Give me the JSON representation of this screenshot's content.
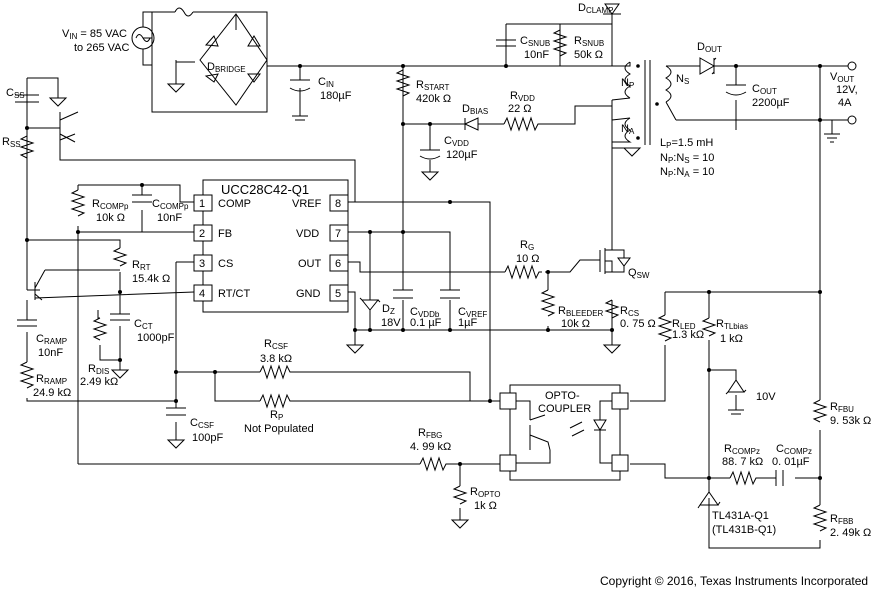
{
  "ic": {
    "name": "UCC28C42-Q1",
    "pins": [
      {
        "num": "1",
        "label": "COMP"
      },
      {
        "num": "2",
        "label": "FB"
      },
      {
        "num": "3",
        "label": "CS"
      },
      {
        "num": "4",
        "label": "RT/CT"
      },
      {
        "num": "8",
        "label": "VREF"
      },
      {
        "num": "7",
        "label": "VDD"
      },
      {
        "num": "6",
        "label": "OUT"
      },
      {
        "num": "5",
        "label": "GND"
      }
    ]
  },
  "input": {
    "line1": "V",
    "sub": "IN",
    "line1b": " = 85 VAC",
    "line2": "to 265 VAC"
  },
  "output": {
    "name": "V",
    "sub": "OUT",
    "line2": "12V,",
    "line3": "4A"
  },
  "transformer": {
    "lp": "L = 1.5 mH",
    "lp_sub": "P",
    "np_ns": "N :N = 10",
    "np_na": "N :N = 10"
  },
  "opto": {
    "line1": "OPTO-",
    "line2": "COUPLER"
  },
  "parts": [
    {
      "id": "dbridge",
      "name": "D",
      "sub": "BRIDGE",
      "value": ""
    },
    {
      "id": "cin",
      "name": "C",
      "sub": "IN",
      "value": "180µF"
    },
    {
      "id": "cnsub",
      "name": "C",
      "sub": "SNUB",
      "value": "10nF"
    },
    {
      "id": "rsnub",
      "name": "R",
      "sub": "SNUB",
      "value": "50k Ω"
    },
    {
      "id": "dclamp",
      "name": "D",
      "sub": "CLAMP",
      "value": ""
    },
    {
      "id": "dout",
      "name": "D",
      "sub": "OUT",
      "value": ""
    },
    {
      "id": "cout",
      "name": "C",
      "sub": "OUT",
      "value": "2200µF"
    },
    {
      "id": "np",
      "name": "N",
      "sub": "P",
      "value": ""
    },
    {
      "id": "ns",
      "name": "N",
      "sub": "S",
      "value": ""
    },
    {
      "id": "na",
      "name": "N",
      "sub": "A",
      "value": ""
    },
    {
      "id": "rstart",
      "name": "R",
      "sub": "START",
      "value": "420k Ω"
    },
    {
      "id": "dbias",
      "name": "D",
      "sub": "BIAS",
      "value": ""
    },
    {
      "id": "rvdd",
      "name": "R",
      "sub": "VDD",
      "value": "22 Ω"
    },
    {
      "id": "cvdd",
      "name": "C",
      "sub": "VDD",
      "value": "120µF"
    },
    {
      "id": "css",
      "name": "C",
      "sub": "SS",
      "value": ""
    },
    {
      "id": "rss",
      "name": "R",
      "sub": "SS",
      "value": ""
    },
    {
      "id": "rcompp",
      "name": "R",
      "sub": "COMPp",
      "value": "10k Ω"
    },
    {
      "id": "ccompp",
      "name": "C",
      "sub": "COMPp",
      "value": "10nF"
    },
    {
      "id": "rrt",
      "name": "R",
      "sub": "RT",
      "value": "15.4k Ω"
    },
    {
      "id": "cct",
      "name": "C",
      "sub": "CT",
      "value": "1000pF"
    },
    {
      "id": "cramp",
      "name": "C",
      "sub": "RAMP",
      "value": "10nF"
    },
    {
      "id": "rramp",
      "name": "R",
      "sub": "RAMP",
      "value": "24.9 kΩ"
    },
    {
      "id": "rdis",
      "name": "R",
      "sub": "DIS",
      "value": "2.49 kΩ"
    },
    {
      "id": "ccsf",
      "name": "C",
      "sub": "CSF",
      "value": "100pF"
    },
    {
      "id": "rcsf",
      "name": "R",
      "sub": "CSF",
      "value": "3.8 kΩ"
    },
    {
      "id": "rp",
      "name": "R",
      "sub": "P",
      "value": "Not Populated"
    },
    {
      "id": "dz",
      "name": "D",
      "sub": "Z",
      "value": "18V"
    },
    {
      "id": "cvddb",
      "name": "C",
      "sub": "VDDb",
      "value": "0.1 µF"
    },
    {
      "id": "cvref",
      "name": "C",
      "sub": "VREF",
      "value": "1µF"
    },
    {
      "id": "rg",
      "name": "R",
      "sub": "G",
      "value": "10 Ω"
    },
    {
      "id": "rbleeder",
      "name": "R",
      "sub": "BLEEDER",
      "value": "10k Ω"
    },
    {
      "id": "rcs",
      "name": "R",
      "sub": "CS",
      "value": "0. 75 Ω"
    },
    {
      "id": "qsw",
      "name": "Q",
      "sub": "SW",
      "value": ""
    },
    {
      "id": "rled",
      "name": "R",
      "sub": "LED",
      "value": "1.3 kΩ"
    },
    {
      "id": "rtlbias",
      "name": "R",
      "sub": "TLbias",
      "value": "1 kΩ"
    },
    {
      "id": "zener10",
      "name": "",
      "sub": "",
      "value": "10V"
    },
    {
      "id": "rfbg",
      "name": "R",
      "sub": "FBG",
      "value": "4. 99 kΩ"
    },
    {
      "id": "ropto",
      "name": "R",
      "sub": "OPTO",
      "value": "1k Ω"
    },
    {
      "id": "rcompz",
      "name": "R",
      "sub": "COMPz",
      "value": "88. 7 kΩ"
    },
    {
      "id": "ccompz",
      "name": "C",
      "sub": "COMPz",
      "value": "0. 01µF"
    },
    {
      "id": "rfbu",
      "name": "R",
      "sub": "FBU",
      "value": "9. 53k Ω"
    },
    {
      "id": "rfbb",
      "name": "R",
      "sub": "FBB",
      "value": "2. 49k Ω"
    },
    {
      "id": "tl431",
      "name": "TL431A-Q1",
      "sub": "",
      "value": "(TL431B-Q1)"
    }
  ],
  "copyright": "Copyright © 2016, Texas Instruments Incorporated"
}
